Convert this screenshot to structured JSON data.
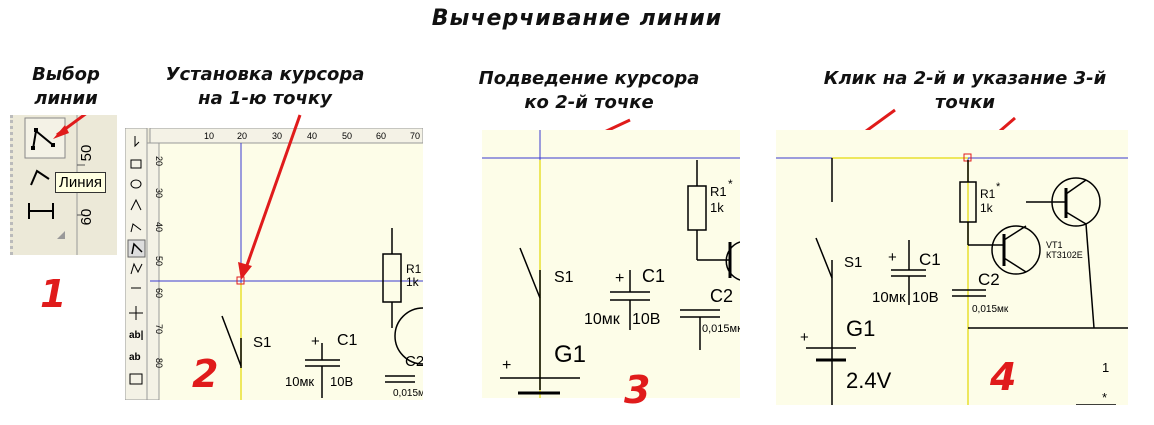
{
  "title": "Вычерчивание линии",
  "captions": {
    "c1_line1": "Выбор",
    "c1_line2": "линии",
    "c2_line1": "Установка курсора",
    "c2_line2": "на 1-ю точку",
    "c3_line1": "Подведение курсора",
    "c3_line2": "ко 2-й точке",
    "c4_line1": "Клик на 2-й и указание 3-й",
    "c4_line2": "точки"
  },
  "steps": [
    "1",
    "2",
    "3",
    "4"
  ],
  "toolbar": {
    "tooltip": "Линия",
    "ruler_50": "50",
    "ruler_60": "60"
  },
  "ruler": {
    "top": [
      "10",
      "20",
      "30",
      "40",
      "50",
      "60",
      "70"
    ],
    "left": [
      "20",
      "30",
      "40",
      "50",
      "60",
      "70",
      "80"
    ]
  },
  "tools": [
    "ab|",
    "ab"
  ],
  "schematic": {
    "s1": "S1",
    "c1": "C1",
    "c1_value": "10мк",
    "c1_voltage": "10В",
    "c2": "C2",
    "c2_value": "0,015мк",
    "r1": "R1",
    "r1_star": "*",
    "r1_value": "1k",
    "g1": "G1",
    "g1_value": "2.4V",
    "plus": "+",
    "vt1": "VT1",
    "vt1_type": "КТ3102Е",
    "num_1": "1",
    "star": "*"
  },
  "colors": {
    "arrow": "#e01b1b",
    "guide": "#3a3ad0",
    "trace": "#e8e030",
    "canvas": "#fdfde8"
  }
}
